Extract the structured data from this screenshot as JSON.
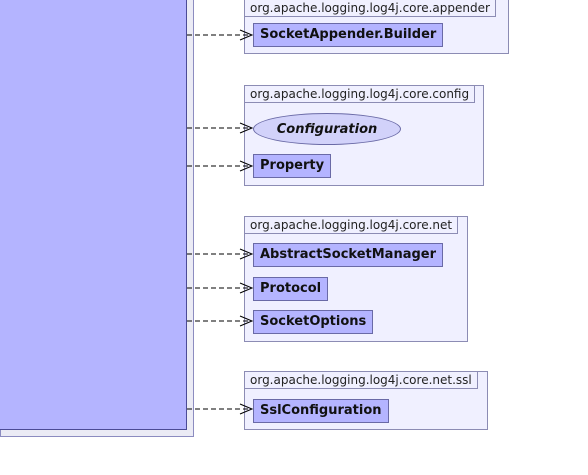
{
  "diagram": {
    "packages": [
      {
        "name": "org.apache.logging.log4j.core.appender",
        "classes": [
          {
            "label": "SocketAppender.Builder",
            "kind": "class"
          }
        ]
      },
      {
        "name": "org.apache.logging.log4j.core.config",
        "classes": [
          {
            "label": "Configuration",
            "kind": "interface"
          },
          {
            "label": "Property",
            "kind": "class"
          }
        ]
      },
      {
        "name": "org.apache.logging.log4j.core.net",
        "classes": [
          {
            "label": "AbstractSocketManager",
            "kind": "class"
          },
          {
            "label": "Protocol",
            "kind": "class"
          },
          {
            "label": "SocketOptions",
            "kind": "class"
          }
        ]
      },
      {
        "name": "org.apache.logging.log4j.core.net.ssl",
        "classes": [
          {
            "label": "SslConfiguration",
            "kind": "class"
          }
        ]
      }
    ],
    "edge_style": "dashed-open-arrow",
    "colors": {
      "class_fill": "#b4b4ff",
      "class_border": "#6a6aa6",
      "interface_fill": "#d2d2fa",
      "package_fill": "#f0f0ff",
      "package_border": "#8c8cb4",
      "edge": "#000000"
    }
  }
}
